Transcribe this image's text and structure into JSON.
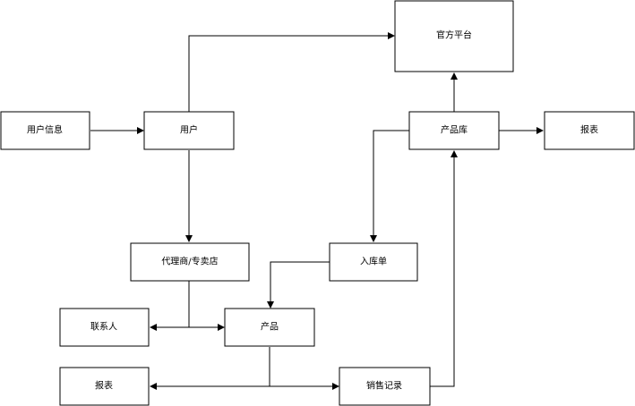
{
  "nodes": {
    "official_platform": "官方平台",
    "user_info": "用户信息",
    "user": "用户",
    "product_library": "产品库",
    "report_top": "报表",
    "agent_store": "代理商/专卖店",
    "warehouse_receipt": "入库单",
    "contact": "联系人",
    "product": "产品",
    "report_bottom": "报表",
    "sales_record": "销售记录"
  }
}
